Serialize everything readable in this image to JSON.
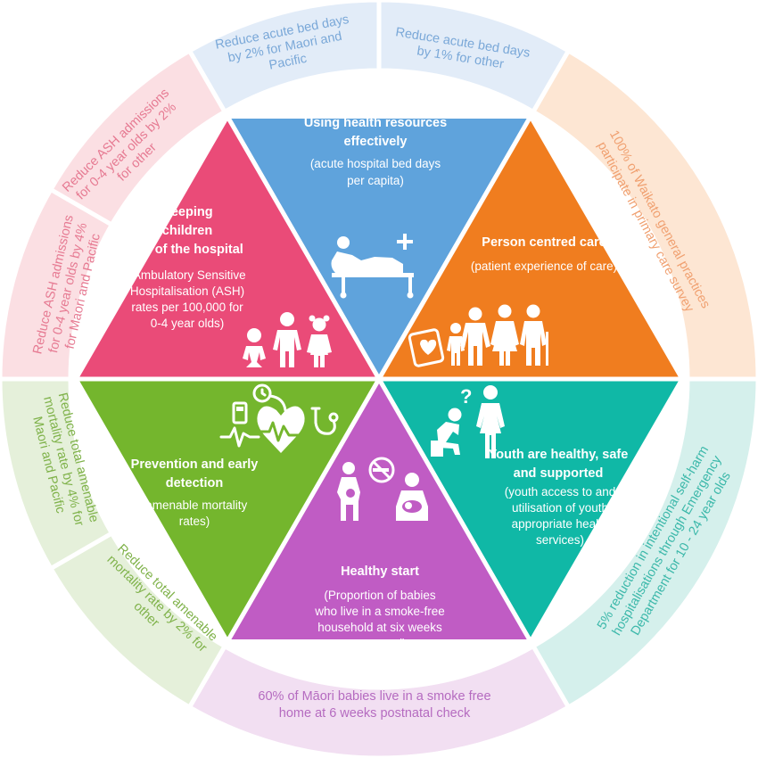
{
  "colors": {
    "blue": "#5fa3dc",
    "orange": "#f07d1f",
    "teal": "#10b8a6",
    "purple": "#c05cc4",
    "green": "#74b62d",
    "pink": "#ea4b78",
    "ring_blue": "#e2ecf8",
    "ring_orange": "#fde6d3",
    "ring_teal": "#d5f0ec",
    "ring_purple": "#f2dff2",
    "ring_green": "#e5f0da",
    "ring_pink": "#fbdfe3"
  },
  "wedges": {
    "blue": {
      "title": [
        "Using health resources",
        "effectively"
      ],
      "subtitle": [
        "(acute hospital bed days",
        "per capita)"
      ],
      "icon": "hospital-bed-icon"
    },
    "orange": {
      "title": [
        "Person centred care"
      ],
      "subtitle": [
        "(patient experience of care)"
      ],
      "icon": "family-clipboard-icon"
    },
    "teal": {
      "title": [
        "Youth are healthy, safe",
        "and supported"
      ],
      "subtitle": [
        "(youth access to and",
        "utilisation of youth",
        "appropriate health",
        "services)"
      ],
      "icon": "youth-question-icon"
    },
    "purple": {
      "title": [
        "Healthy start"
      ],
      "subtitle": [
        "(Proportion of babies",
        "who live in a smoke-free",
        "household at six weeks",
        "postnatal)"
      ],
      "icon": "no-smoking-mother-icon"
    },
    "green": {
      "title": [
        "Prevention and early",
        "detection"
      ],
      "subtitle": [
        "(amenable mortality",
        "rates)"
      ],
      "icon": "heart-monitor-icon"
    },
    "pink": {
      "title": [
        "Keeping",
        "children",
        "out of the hospital"
      ],
      "subtitle": [
        "(Ambulatory Sensitive",
        "Hospitalisation (ASH)",
        "rates per 100,000 for",
        "0-4 year olds)"
      ],
      "icon": "children-icon"
    }
  },
  "ring": {
    "blue_left": [
      "Reduce acute bed days",
      "by 2% for Maori and",
      "Pacific"
    ],
    "blue_right": [
      "Reduce acute bed days",
      "by 1% for other"
    ],
    "orange": [
      "100% of Waikato general practices",
      "participate in primary care survey"
    ],
    "teal": [
      "5% reduction in intentional self-harm",
      "hospitalisations through Emergency",
      "Department for 10 - 24 year olds"
    ],
    "purple": [
      "60% of Māori babies live in a smoke free",
      "home at 6 weeks postnatal check"
    ],
    "green_lower": [
      "Reduce total amenable",
      "mortality rate by 2% for",
      "other"
    ],
    "green_upper": [
      "Reduce total amenable",
      "mortality rate by 4% for",
      "Maori and Pacific"
    ],
    "pink_upper": [
      "Reduce ASH admissions",
      "for 0-4 year olds by 2%",
      "for other"
    ],
    "pink_lower": [
      "Reduce ASH admissions",
      "for 0-4 year olds by 4%",
      "for Maori and Pacific"
    ]
  }
}
